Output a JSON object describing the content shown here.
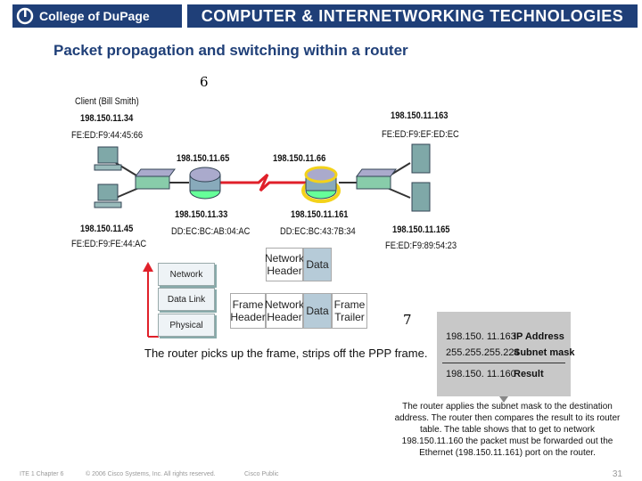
{
  "header": {
    "college": "College of DuPage",
    "program": "COMPUTER & INTERNETWORKING TECHNOLOGIES",
    "colors": {
      "banner": "#1f3f78",
      "title": "#1f3f78"
    }
  },
  "slide": {
    "title": "Packet propagation and switching within a router",
    "step_top": "6",
    "step_bottom": "7"
  },
  "network": {
    "client_name": "Client (Bill Smith)",
    "client_ip": "198.150.11.34",
    "client_mac": "FE:ED:F9:44:45:66",
    "pc2_ip": "198.150.11.45",
    "pc2_mac": "FE:ED:F9:FE:44:AC",
    "router1_ip": "198.150.11.65",
    "router1_lan_ip": "198.150.11.33",
    "router1_mac": "DD:EC:BC:AB:04:AC",
    "router2_ip": "198.150.11.66",
    "router2_lan_ip": "198.150.11.161",
    "router2_mac": "DD:EC:BC:43:7B:34",
    "server1_ip": "198.150.11.163",
    "server1_mac": "FE:ED:F9:EF:ED:EC",
    "server2_ip": "198.150.11.165",
    "server2_mac": "FE:ED:F9:89:54:23"
  },
  "layers": [
    "Network",
    "Data Link",
    "Physical"
  ],
  "frame": {
    "network_header": "Network Header",
    "data": "Data",
    "frame_header": "Frame Header",
    "frame_trailer": "Frame Trailer",
    "caption": "The router picks up the frame, strips off the PPP frame."
  },
  "routing": {
    "rows": [
      {
        "value": "198.150. 11.163",
        "label": "IP Address"
      },
      {
        "value": "255.255.255.224",
        "label": "Subnet mask"
      },
      {
        "value": "198.150. 11.160",
        "label": "Result"
      }
    ],
    "explanation": "The router applies the subnet mask to the destination address. The router then compares the result to its router table. The table shows that to get to network 198.150.11.160 the packet must be forwarded out the Ethernet (198.150.11.161) port on the router."
  },
  "footer": {
    "course": "ITE 1 Chapter 6",
    "copyright": "© 2006 Cisco Systems, Inc. All rights reserved.",
    "classification": "Cisco Public",
    "page": "31"
  }
}
